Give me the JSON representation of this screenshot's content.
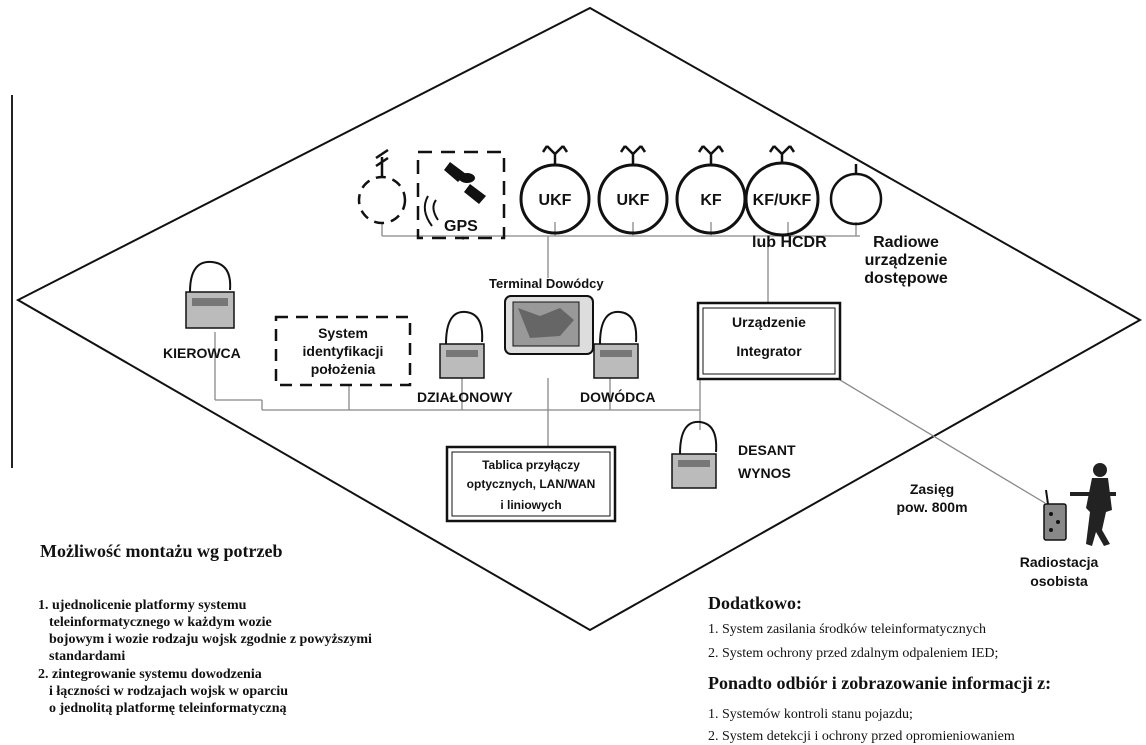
{
  "radios": {
    "ukf1": "UKF",
    "ukf2": "UKF",
    "kf": "KF",
    "kfukf": "KF/UKF",
    "lub_hcdr": "lub HCDR",
    "gps": "GPS"
  },
  "access_devices": [
    "Radiowe",
    "urządzenie",
    "dostępowe"
  ],
  "terminal": "Terminal Dowódcy",
  "crew": {
    "kierowca": "KIEROWCA",
    "dzialonowy": "DZIAŁONOWY",
    "dowodca": "DOWÓDCA",
    "desant": [
      "DESANT",
      "WYNOS"
    ]
  },
  "system_id": [
    "System",
    "identyfikacji",
    "położenia"
  ],
  "integrator": [
    "Urządzenie",
    "Integrator"
  ],
  "tablica": [
    "Tablica przyłączy",
    "optycznych, LAN/WAN",
    "i liniowych"
  ],
  "range": [
    "Zasięg",
    "pow. 800m"
  ],
  "personal_radio": [
    "Radiostacja",
    "osobista"
  ],
  "left_block": {
    "title": "Możliwość montażu wg potrzeb",
    "items": [
      "1. ujednolicenie platformy systemu",
      "teleinformatycznego  w każdym wozie",
      "bojowym  i wozie rodzaju wojsk zgodnie z powyższymi",
      "standardami",
      "2. zintegrowanie systemu dowodzenia",
      "i łączności w rodzajach wojsk w oparciu",
      "o jednolitą platformę teleinformatyczną"
    ]
  },
  "right_block": {
    "title": "Dodatkowo:",
    "items": [
      "1. System zasilania środków teleinformatycznych",
      "2. System ochrony przed zdalnym odpaleniem IED;"
    ],
    "title2": "Ponadto odbiór i zobrazowanie informacji z:",
    "items2": [
      "1. Systemów kontroli stanu pojazdu;",
      "2. System detekcji i ochrony przed opromieniowaniem"
    ]
  }
}
